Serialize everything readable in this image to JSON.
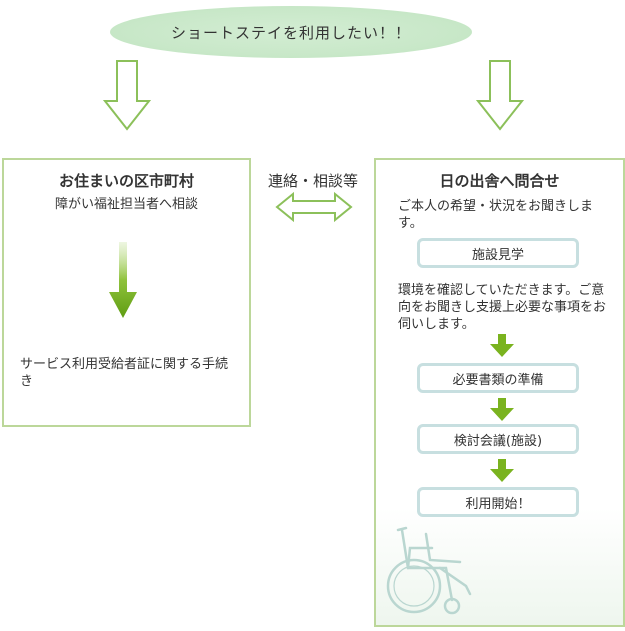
{
  "top": {
    "title": "ショートステイを利用したい！！"
  },
  "left_box": {
    "title": "お住まいの区市町村",
    "subtitle": "障がい福祉担当者へ相談",
    "procedure": "サービス利用受給者証に関する手続き"
  },
  "connector": {
    "label": "連絡・相談等"
  },
  "right_box": {
    "title": "日の出舎へ問合せ",
    "intro": "ご本人の希望・状況をお聞きします。",
    "steps": [
      "施設見学",
      "必要書類の準備",
      "検討会議(施設)",
      "利用開始！"
    ],
    "after_visit": "環境を確認していただきます。ご意向をお聞きし支援上必要な事項をお伺いします。"
  },
  "colors": {
    "arrow_green": "#7ab31f",
    "box_border": "#bcd79a",
    "ellipse": "#c9e8c9",
    "pill_border": "#c7dfe0"
  },
  "icons": [
    "hollow-down-arrow-icon",
    "double-headed-arrow-icon",
    "green-down-arrow-icon",
    "wheelchair-icon"
  ]
}
